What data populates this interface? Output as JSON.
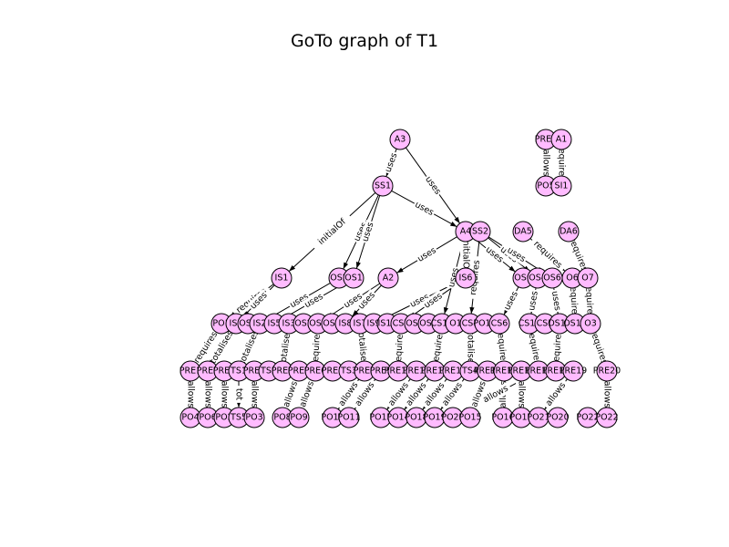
{
  "title": "GoTo graph of T1",
  "node_color": "#ffbbff",
  "nodes": [
    "A3",
    "PRE4",
    "A1",
    "SS1",
    "PO5",
    "SI1",
    "A4",
    "SS2",
    "DA5",
    "DA6",
    "IS1",
    "OS2",
    "OS1",
    "A2",
    "IS6",
    "OS6",
    "OS4",
    "OS6b",
    "O6",
    "O7",
    "PO1",
    "IS4",
    "OS1b",
    "IS2",
    "IS5",
    "IS3",
    "OS2b",
    "OS3",
    "OS8",
    "IS8",
    "IS7",
    "IS9",
    "IS10",
    "CS7",
    "OS8b",
    "OS2c",
    "CS12",
    "O1",
    "CS4",
    "PO10",
    "CS6",
    "CS11",
    "CS5",
    "OS10",
    "OS11",
    "O3",
    "PRE1",
    "PRE2",
    "PRE3",
    "TS1",
    "PRE2b",
    "TS2",
    "PRE4b",
    "PRE5",
    "PRE6",
    "PRE7",
    "TS3",
    "PRE8",
    "PRE9",
    "PRE10",
    "PRE11",
    "PRE12",
    "PRE13",
    "TS4",
    "PRE14",
    "PRE15",
    "PRE16",
    "PRE17",
    "PRE18",
    "PRE19",
    "PRE20",
    "PO4",
    "PO6",
    "PO2",
    "TS5",
    "PO3",
    "PO8",
    "PO9",
    "PO12",
    "PO11",
    "PO13",
    "PO14",
    "PO18",
    "PO19",
    "PO20",
    "PO15",
    "PO16",
    "PO17",
    "PO21",
    "PO20b",
    "PO22b",
    "PO22"
  ],
  "node_labels": {
    "A3": "A3",
    "PRE4": "PRE4",
    "A1": "A1",
    "SS1": "SS1",
    "PO5": "PO5",
    "SI1": "SI1",
    "A4": "A4",
    "SS2": "SS2",
    "DA5": "DA5",
    "DA6": "DA6",
    "IS1": "IS1",
    "OS2": "OS2",
    "OS1": "OS1",
    "A2": "A2",
    "IS6": "IS6",
    "OS6": "OS6",
    "OS4": "OS4",
    "OS6b": "OS6",
    "O6": "O6",
    "O7": "O7",
    "PO1": "PO1",
    "IS4": "IS4",
    "OS1b": "OS1",
    "IS2": "IS2",
    "IS5": "IS5",
    "IS3": "IS3",
    "OS2b": "OS2",
    "OS3": "OS3",
    "OS8": "OS8",
    "IS8": "IS8",
    "IS7": "IS7",
    "IS9": "IS9",
    "IS10": "IS10",
    "CS7": "CS7",
    "OS8b": "OS8",
    "OS2c": "OS2",
    "CS12": "CS12",
    "O1": "O1",
    "CS4": "CS4",
    "PO10": "PO10",
    "CS6": "CS6",
    "CS11": "CS11",
    "CS5": "CS5",
    "OS10": "OS10",
    "OS11": "OS11",
    "O3": "O3",
    "PRE1": "PRE1",
    "PRE2": "PRE2",
    "PRE3": "PRE3",
    "TS1": "TS1",
    "PRE2b": "PRE2",
    "TS2": "TS2",
    "PRE4b": "PRE4",
    "PRE5": "PRE5",
    "PRE6": "PRE6",
    "PRE7": "PRE7",
    "TS3": "TS3",
    "PRE8": "PRE8",
    "PRE9": "PRE9",
    "PRE10": "PRE10",
    "PRE11": "PRE11",
    "PRE12": "PRE12",
    "PRE13": "PRE13",
    "TS4": "TS4",
    "PRE14": "PRE14",
    "PRE15": "PRE15",
    "PRE16": "PRE16",
    "PRE17": "PRE17",
    "PRE18": "PRE18",
    "PRE19": "PRE19",
    "PRE20": "PRE20",
    "PO4": "PO4",
    "PO6": "PO6",
    "PO2": "PO2",
    "TS5": "TS5",
    "PO3": "PO3",
    "PO8": "PO8",
    "PO9": "PO9",
    "PO12": "PO12",
    "PO11": "PO11",
    "PO13": "PO13",
    "PO14": "PO14",
    "PO18": "PO18",
    "PO19": "PO19",
    "PO20": "PO20",
    "PO15": "PO15",
    "PO16": "PO16",
    "PO17": "PO17",
    "PO21": "PO21",
    "PO20b": "PO20",
    "PO22b": "PO22",
    "PO22": "PO22"
  },
  "edges": [
    {
      "from": "A3",
      "to": "SS1",
      "label": "uses"
    },
    {
      "from": "A3",
      "to": "A4",
      "label": "uses"
    },
    {
      "from": "PRE4",
      "to": "PO5",
      "label": "allows"
    },
    {
      "from": "A1",
      "to": "SI1",
      "label": "requires"
    },
    {
      "from": "SS1",
      "to": "IS1",
      "label": "initialOf"
    },
    {
      "from": "SS1",
      "to": "OS2",
      "label": "uses"
    },
    {
      "from": "SS1",
      "to": "OS1",
      "label": "uses"
    },
    {
      "from": "SS1",
      "to": "A4",
      "label": "uses"
    },
    {
      "from": "A4",
      "to": "A2",
      "label": "uses"
    },
    {
      "from": "A4",
      "to": "IS6",
      "label": "initialOf"
    },
    {
      "from": "A4",
      "to": "OS6",
      "label": "uses"
    },
    {
      "from": "SS2",
      "to": "OS4",
      "label": "uses"
    },
    {
      "from": "SS2",
      "to": "OS6b",
      "label": "uses"
    },
    {
      "from": "DA5",
      "to": "O6",
      "label": "requires"
    },
    {
      "from": "DA6",
      "to": "O7",
      "label": "requires"
    },
    {
      "from": "IS1",
      "to": "PO1",
      "label": "requires"
    },
    {
      "from": "IS1",
      "to": "IS4",
      "label": "uses"
    },
    {
      "from": "OS2",
      "to": "IS2",
      "label": "uses"
    },
    {
      "from": "OS1",
      "to": "IS5",
      "label": "uses"
    },
    {
      "from": "A2",
      "to": "OS3",
      "label": "uses"
    },
    {
      "from": "A2",
      "to": "IS8",
      "label": "uses"
    },
    {
      "from": "IS6",
      "to": "IS9",
      "label": "uses"
    },
    {
      "from": "IS6",
      "to": "CS7",
      "label": "uses"
    },
    {
      "from": "A4",
      "to": "CS12",
      "label": "uses"
    },
    {
      "from": "SS2",
      "to": "CS4",
      "label": "requires"
    },
    {
      "from": "OS6",
      "to": "CS6",
      "label": "uses"
    },
    {
      "from": "OS4",
      "to": "CS11",
      "label": "uses"
    },
    {
      "from": "OS6b",
      "to": "OS10",
      "label": "uses"
    },
    {
      "from": "O6",
      "to": "OS11",
      "label": "requires"
    },
    {
      "from": "O7",
      "to": "O3",
      "label": "requires"
    },
    {
      "from": "PO1",
      "to": "PRE1",
      "label": "requires"
    },
    {
      "from": "IS4",
      "to": "PRE2",
      "label": "totalises"
    },
    {
      "from": "IS2",
      "to": "TS1",
      "label": "totalises"
    },
    {
      "from": "IS3",
      "to": "PRE4b",
      "label": "totalises"
    },
    {
      "from": "OS3",
      "to": "PRE6",
      "label": "requires"
    },
    {
      "from": "IS7",
      "to": "PRE8",
      "label": "totalises"
    },
    {
      "from": "CS7",
      "to": "PRE10",
      "label": "requires"
    },
    {
      "from": "CS12",
      "to": "PRE12",
      "label": "requires"
    },
    {
      "from": "CS4",
      "to": "TS4",
      "label": "totalise"
    },
    {
      "from": "CS6",
      "to": "PRE15",
      "label": "requires"
    },
    {
      "from": "CS11",
      "to": "PRE17",
      "label": "requires"
    },
    {
      "from": "OS10",
      "to": "PRE18",
      "label": "requires"
    },
    {
      "from": "O3",
      "to": "PRE20",
      "label": "requires"
    },
    {
      "from": "PRE1",
      "to": "PO4",
      "label": "allows"
    },
    {
      "from": "PRE2",
      "to": "PO6",
      "label": "allows"
    },
    {
      "from": "PRE3",
      "to": "PO2",
      "label": "allows"
    },
    {
      "from": "TS1",
      "to": "TS5",
      "label": "tot"
    },
    {
      "from": "PRE2b",
      "to": "PO3",
      "label": "allows"
    },
    {
      "from": "PRE5",
      "to": "PO8",
      "label": "allows"
    },
    {
      "from": "PRE6",
      "to": "PO9",
      "label": "allows"
    },
    {
      "from": "PRE8",
      "to": "PO12",
      "label": "allows"
    },
    {
      "from": "PRE9",
      "to": "PO11",
      "label": "allows"
    },
    {
      "from": "PRE11",
      "to": "PO13",
      "label": "allows"
    },
    {
      "from": "PRE12",
      "to": "PO14",
      "label": "allows"
    },
    {
      "from": "PRE13",
      "to": "PO18",
      "label": "allows"
    },
    {
      "from": "TS4",
      "to": "PO19",
      "label": "allows"
    },
    {
      "from": "PRE14",
      "to": "PO15",
      "label": "allows"
    },
    {
      "from": "PRE15",
      "to": "PO16",
      "label": "allows"
    },
    {
      "from": "PRE16",
      "to": "PO17",
      "label": "allows"
    },
    {
      "from": "PRE17",
      "to": "PO20",
      "label": "allows"
    },
    {
      "from": "PRE19",
      "to": "PO21",
      "label": "allows"
    },
    {
      "from": "PRE20",
      "to": "PO22",
      "label": "allows"
    }
  ]
}
